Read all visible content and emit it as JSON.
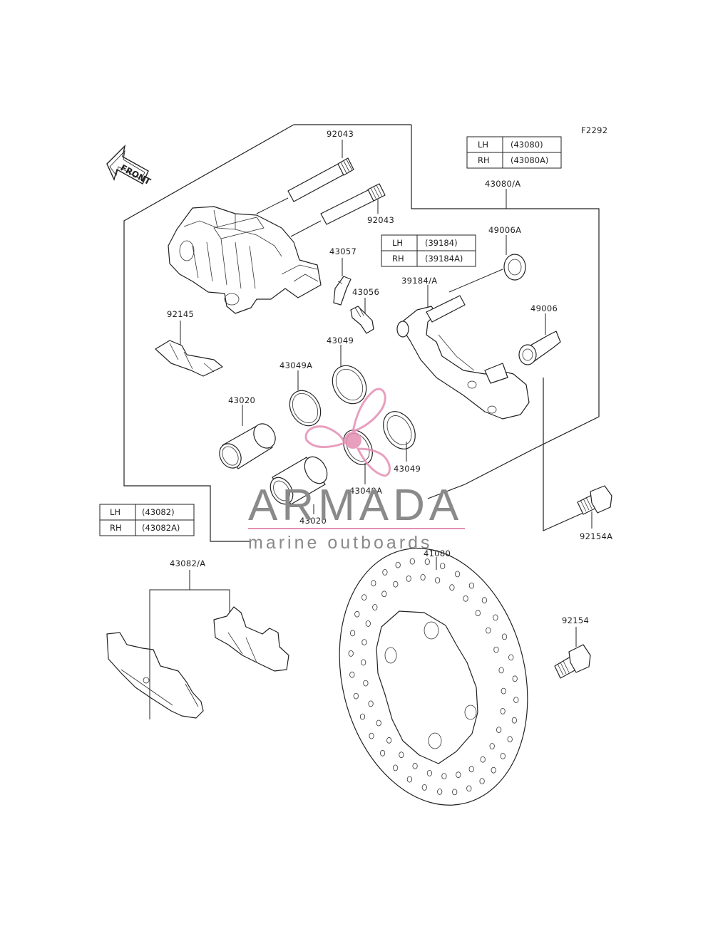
{
  "figure_code": "F2292",
  "front_arrow_label": "FRONT",
  "tables": {
    "caliper": {
      "rows": [
        {
          "side": "LH",
          "part": "(43080)"
        },
        {
          "side": "RH",
          "part": "(43080A)"
        }
      ]
    },
    "bracket": {
      "rows": [
        {
          "side": "LH",
          "part": "(39184)"
        },
        {
          "side": "RH",
          "part": "(39184A)"
        }
      ]
    },
    "pads": {
      "rows": [
        {
          "side": "LH",
          "part": "(43082)"
        },
        {
          "side": "RH",
          "part": "(43082A)"
        }
      ]
    }
  },
  "labels": {
    "pin_top": "92043",
    "pin_second": "92043",
    "caliper_assy": "43080/A",
    "bleeder_cap": "43057",
    "bleeder_valve": "43056",
    "seal_a": "49006A",
    "bracket": "39184/A",
    "boot": "49006",
    "spring": "92145",
    "seal_upper": "43049",
    "seal_a_upper": "43049A",
    "piston_upper": "43020",
    "seal_lower": "43049",
    "seal_a_lower": "43049A",
    "piston_lower": "43020",
    "bolt_a": "92154A",
    "disc": "41080",
    "pads": "43082/A",
    "bolt": "92154"
  },
  "watermark": {
    "brand": "ARMADA",
    "tagline": "marine outboards",
    "accent_color": "#e48fb3",
    "text_color": "#8a8a8a"
  }
}
